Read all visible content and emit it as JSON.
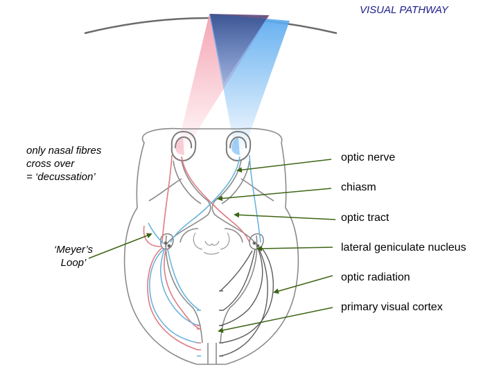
{
  "title": "VISUAL PATHWAY",
  "notes": {
    "nasal_line1": "only nasal fibres",
    "nasal_line2": "cross over",
    "nasal_line3": "= ‘decussation’",
    "meyer_line1": "‘Meyer’s",
    "meyer_line2": "Loop’"
  },
  "labels": [
    "optic nerve",
    "chiasm",
    "optic tract",
    "lateral geniculate nucleus",
    "optic radiation",
    "primary visual cortex"
  ],
  "colors": {
    "title": "#1c1c8c",
    "left_field": "#f4a0b0",
    "right_field": "#5aaaf0",
    "overlap": "#3a3f80",
    "red_pathway": "#e07a82",
    "blue_pathway": "#68b4dc",
    "arrow": "#3c6414",
    "outline": "#8a8a8a"
  }
}
